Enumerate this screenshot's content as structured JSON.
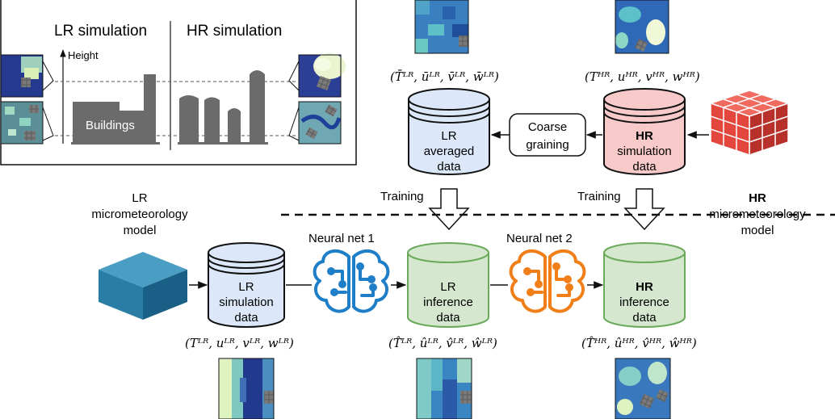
{
  "inset": {
    "lr_title": "LR simulation",
    "hr_title": "HR simulation",
    "height_label": "Height",
    "buildings_label": "Buildings"
  },
  "top": {
    "lr_vars": "(T̄ᴸᴿ, ūᴸᴿ, v̄ᴸᴿ, w̄ᴸᴿ)",
    "hr_vars": "(Tᴴᴿ, uᴴᴿ, vᴴᴿ, wᴴᴿ)",
    "lr_db": [
      "LR",
      "averaged",
      "data"
    ],
    "hr_db": [
      "HR",
      "simulation",
      "data"
    ],
    "coarse_graining": [
      "Coarse",
      "graining"
    ]
  },
  "middle": {
    "training_left": "Training",
    "training_right": "Training",
    "lr_model": [
      "LR",
      "micrometeorology",
      "model"
    ],
    "hr_model": [
      "HR",
      "micrometeorology",
      "model"
    ]
  },
  "bottom": {
    "lr_sim_db": [
      "LR",
      "simulation",
      "data"
    ],
    "lr_inf_db": [
      "LR",
      "inference",
      "data"
    ],
    "hr_inf_db": [
      "HR",
      "inference",
      "data"
    ],
    "nn1": "Neural net 1",
    "nn2": "Neural net 2",
    "lr_sim_vars": "(Tᴸᴿ, uᴸᴿ, vᴸᴿ, wᴸᴿ)",
    "lr_inf_vars": "(T̂ᴸᴿ, ûᴸᴿ, v̂ᴸᴿ, ŵᴸᴿ)",
    "hr_inf_vars": "(T̂ᴴᴿ, ûᴴᴿ, v̂ᴴᴿ, ŵᴴᴿ)"
  },
  "colors": {
    "lr_db_fill": "#dce8fa",
    "hr_db_fill": "#f7c9c9",
    "inf_db_fill": "#d5e8cf",
    "nn1": "#1e7fc8",
    "nn2": "#f07f1a",
    "cube_red": "#e2463c",
    "cube_blue": "#2a7ea6"
  }
}
